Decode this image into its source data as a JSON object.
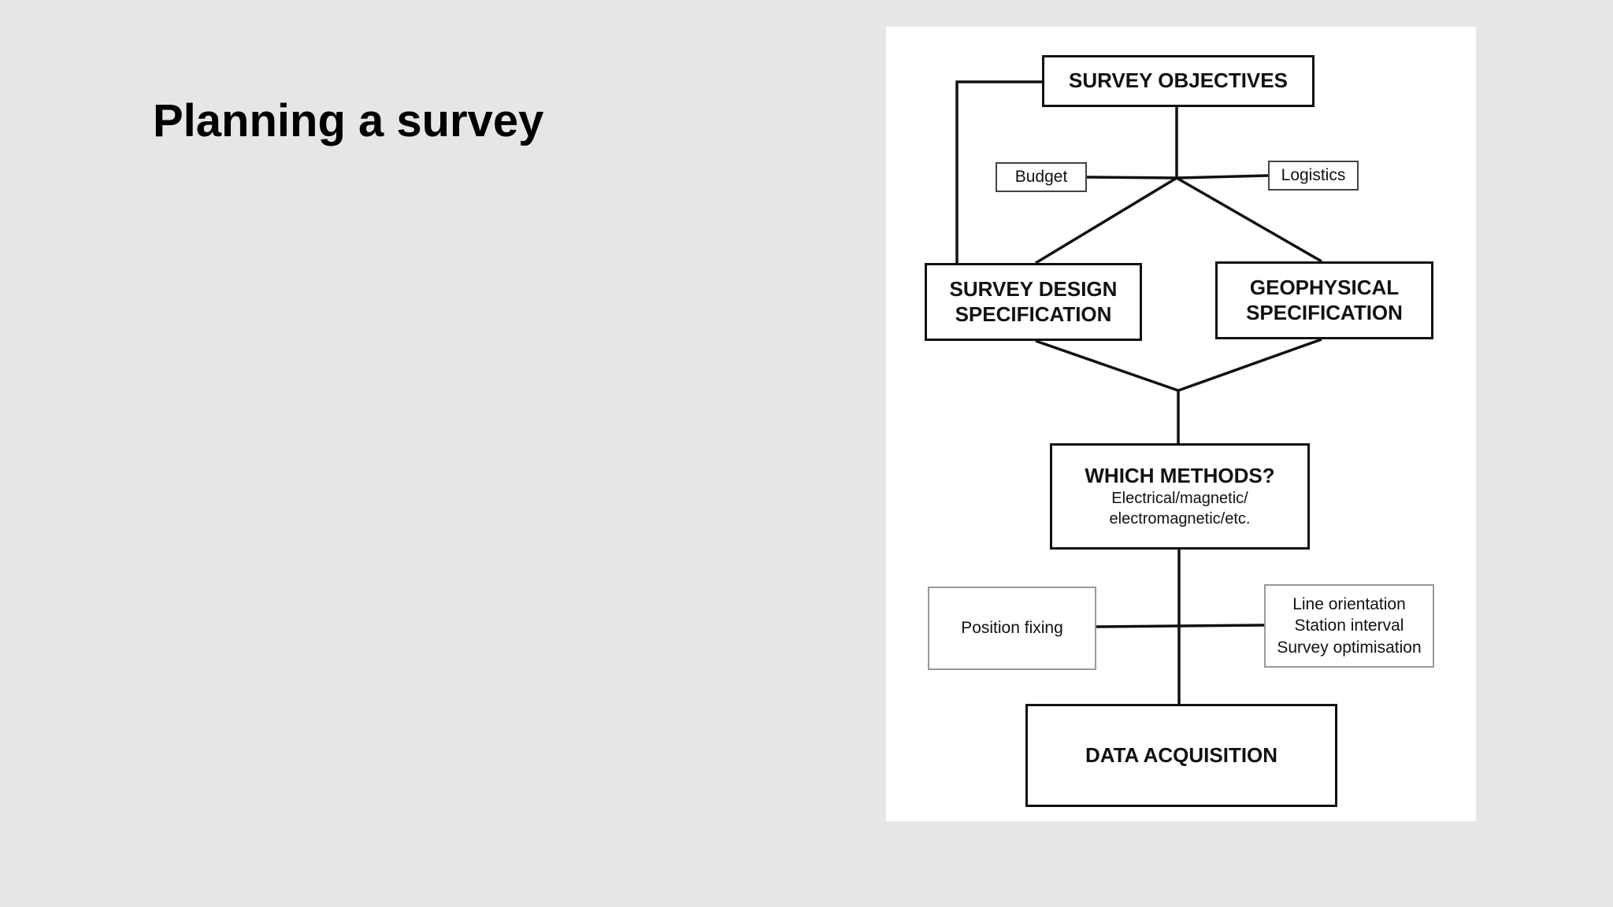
{
  "slide": {
    "title": "Planning a survey"
  },
  "diagram": {
    "survey_objectives": "SURVEY OBJECTIVES",
    "budget": "Budget",
    "logistics": "Logistics",
    "survey_design": [
      "SURVEY DESIGN",
      "SPECIFICATION"
    ],
    "geophysical": [
      "GEOPHYSICAL",
      "SPECIFICATION"
    ],
    "which_methods": {
      "title": "WHICH METHODS?",
      "details": [
        "Electrical/magnetic/",
        "electromagnetic/etc."
      ]
    },
    "position_fixing": "Position fixing",
    "line_options": [
      "Line orientation",
      "Station interval",
      "Survey optimisation"
    ],
    "data_acquisition": "DATA ACQUISITION"
  }
}
